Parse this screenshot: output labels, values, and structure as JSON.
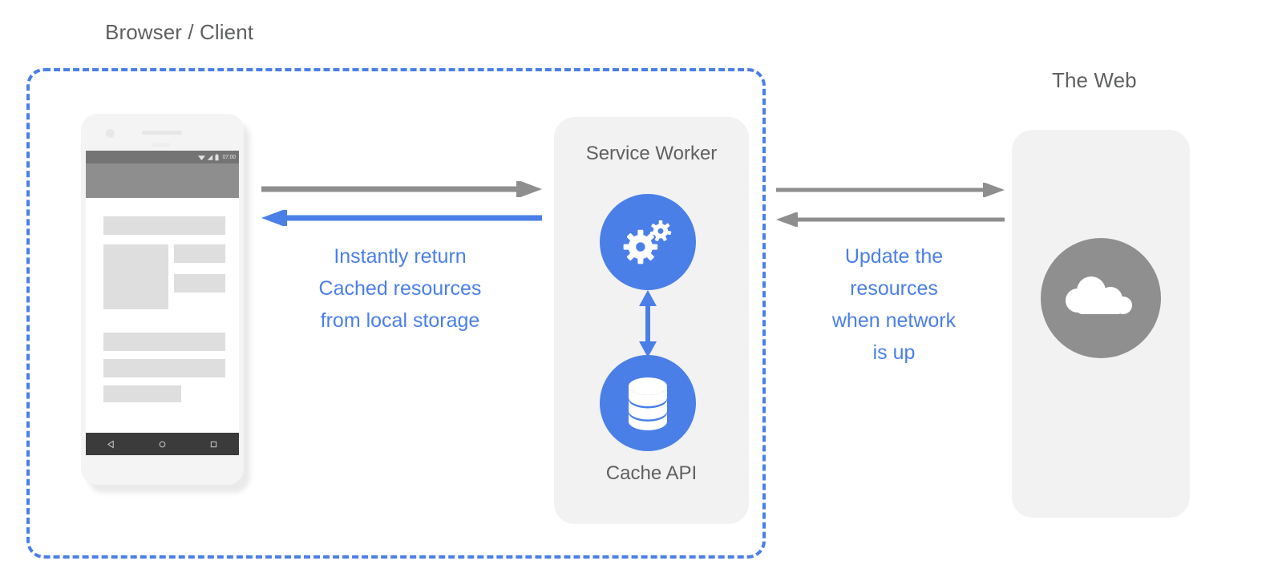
{
  "diagram": {
    "title_browser": "Browser / Client",
    "title_web": "The Web"
  },
  "phone": {
    "status_time": "07:00",
    "status_icons": [
      "wifi-icon",
      "signal-icon",
      "battery-icon"
    ],
    "nav_icons": [
      "back-triangle-icon",
      "home-circle-icon",
      "recents-square-icon"
    ]
  },
  "service_worker": {
    "label": "Service Worker",
    "icon": "gears-icon",
    "cache_label": "Cache API",
    "cache_icon": "database-icon",
    "link_icon": "vertical-double-arrow-icon"
  },
  "web": {
    "icon": "cloud-icon"
  },
  "annotations": {
    "left": "Instantly return\nCached resources\nfrom local storage",
    "right": "Update the\nresources\nwhen network\nis up"
  },
  "arrows": {
    "client_to_sw": "arrow-right-gray",
    "sw_to_client": "arrow-left-blue",
    "sw_to_web": "arrow-right-gray",
    "web_to_sw": "arrow-left-gray"
  },
  "colors": {
    "accent_blue": "#4a7fe8",
    "gray_text": "#5f6062",
    "arrow_gray": "#8e8e8e",
    "panel_bg": "#f2f2f2",
    "web_circle": "#8f8f8f"
  }
}
